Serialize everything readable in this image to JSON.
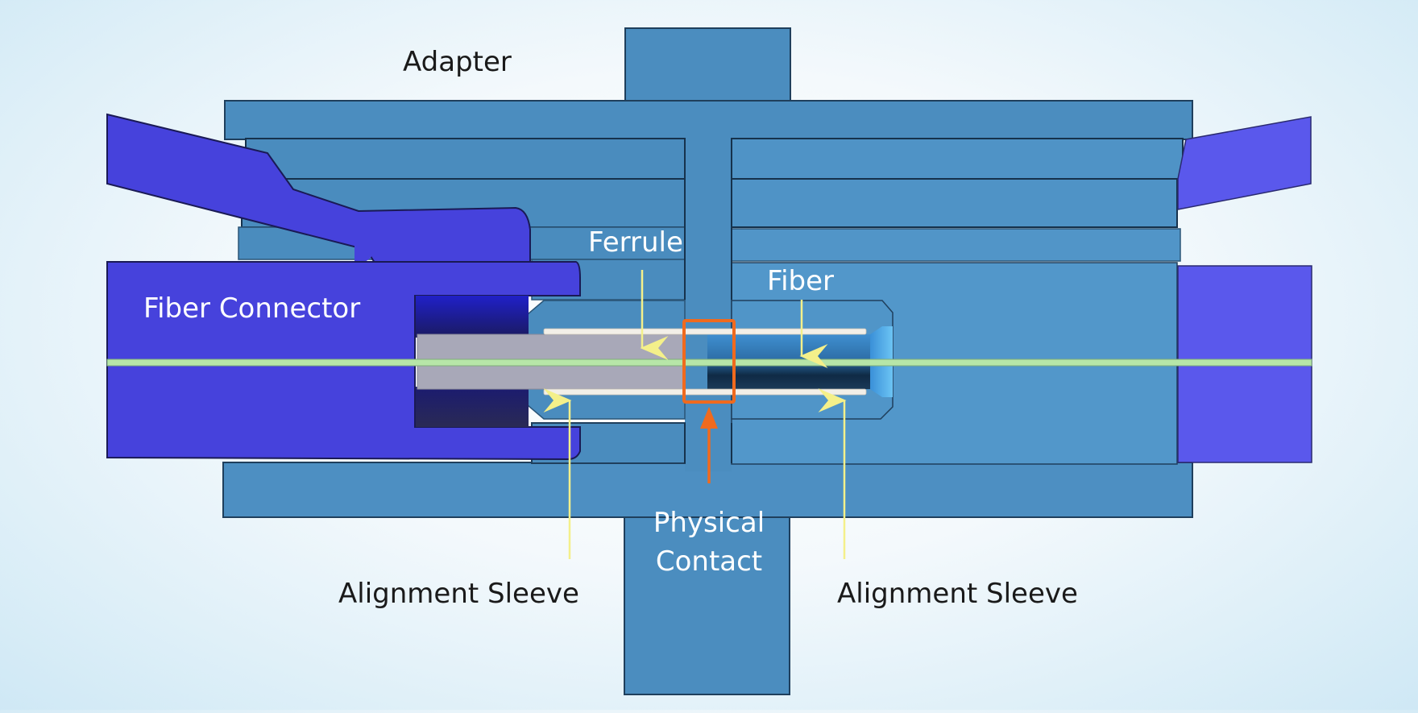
{
  "diagram": {
    "title": "Fiber optic connector mating in adapter (cross-section)",
    "labels": {
      "adapter": "Adapter",
      "fiber_connector": "Fiber Connector",
      "ferrule": "Ferrule",
      "fiber": "Fiber",
      "physical_contact_line1": "Physical",
      "physical_contact_line2": "Contact",
      "alignment_sleeve_left": "Alignment Sleeve",
      "alignment_sleeve_right": "Alignment Sleeve"
    },
    "colors": {
      "adapter_body": "#4b8dbf",
      "adapter_shadow": "#1f3f5c",
      "connector_left": "#4642dc",
      "connector_right": "#5a58ec",
      "ferrule": "#a8a8b8",
      "fiber_core": "#b7e6a8",
      "sleeve": "#f2efe8",
      "pointer_yellow": "#f4f08a",
      "highlight_orange": "#f06a1e",
      "label_dark": "#1a1a1a",
      "label_light": "#ffffff"
    }
  }
}
